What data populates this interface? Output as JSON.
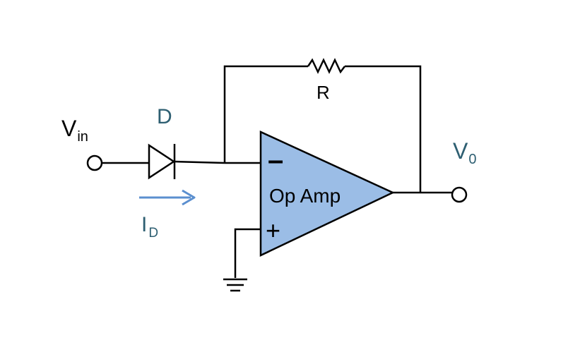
{
  "colors": {
    "wire": "#000000",
    "opamp_fill": "#9bbde6",
    "label_teal": "#2e5f72",
    "arrow": "#5b8fcf",
    "background": "#ffffff"
  },
  "labels": {
    "vin_main": "V",
    "vin_sub": "in",
    "diode": "D",
    "resistor": "R",
    "current_main": "I",
    "current_sub": "D",
    "vout_main": "V",
    "vout_sub": "0",
    "opamp": "Op Amp",
    "inverting": "–",
    "noninverting": "+"
  },
  "icons": {
    "diode": "diode-symbol-icon",
    "resistor": "resistor-zigzag-icon",
    "ground": "ground-symbol-icon",
    "arrow": "current-arrow-icon"
  }
}
